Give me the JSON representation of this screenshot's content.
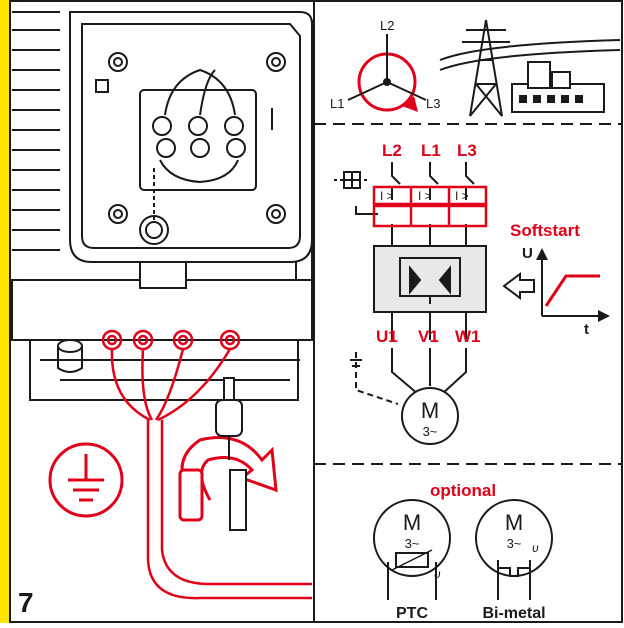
{
  "step_number": "7",
  "phases": {
    "l1": "L1",
    "l2": "L2",
    "l3": "L3"
  },
  "supply_labels": {
    "l2": "L2",
    "l1": "L1",
    "l3": "L3"
  },
  "motor_terminals": {
    "u1": "U1",
    "v1": "V1",
    "w1": "W1"
  },
  "softstart_label": "Softstart",
  "graph": {
    "y_label": "U",
    "x_label": "t"
  },
  "motor_symbol": {
    "letter": "M",
    "phase": "3~"
  },
  "optional_label": "optional",
  "protection": {
    "ptc_label": "PTC",
    "bimetal_label": "Bi-metal",
    "theta": "υ"
  },
  "relay_symbol": "I >",
  "colors": {
    "accent_red": "#e0001a",
    "side_bar_yellow": "#ffe500",
    "line_black": "#1a1a1a",
    "gray_fill": "#e8e8e8"
  }
}
